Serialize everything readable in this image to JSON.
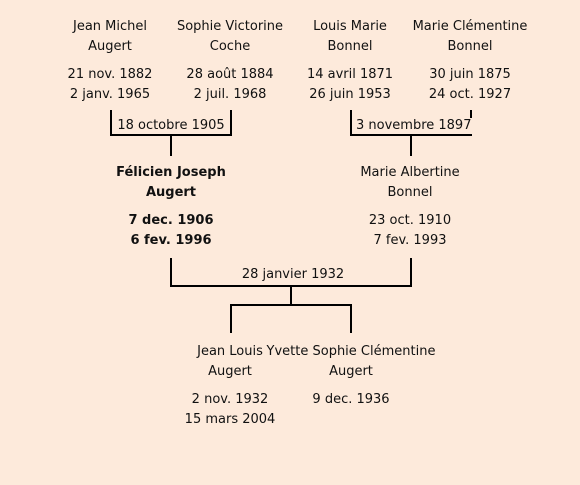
{
  "grandparents": [
    {
      "first": "Jean Michel",
      "last": "Augert",
      "birth": "21 nov. 1882",
      "death": "2 janv. 1965"
    },
    {
      "first": "Sophie Victorine",
      "last": "Coche",
      "birth": "28 août 1884",
      "death": "2 juil. 1968"
    },
    {
      "first": "Louis Marie",
      "last": "Bonnel",
      "birth": "14 avril 1871",
      "death": "26 juin 1953"
    },
    {
      "first": "Marie Clémentine",
      "last": "Bonnel",
      "birth": "30 juin 1875",
      "death": "24 oct. 1927"
    }
  ],
  "marriages": {
    "paternal": "18 octobre 1905",
    "maternal": "3 novembre 1897",
    "parents": "28 janvier 1932"
  },
  "parents": [
    {
      "first": "Félicien Joseph",
      "last": "Augert",
      "birth": "7 dec. 1906",
      "death": "6 fev. 1996",
      "highlight": true
    },
    {
      "first": "Marie Albertine",
      "last": "Bonnel",
      "birth": "23 oct. 1910",
      "death": "7 fev. 1993",
      "highlight": false
    }
  ],
  "children": [
    {
      "first": "Jean Louis",
      "last": "Augert",
      "birth": "2 nov. 1932",
      "death": "15 mars 2004"
    },
    {
      "first": "Yvette Sophie Clémentine",
      "last": "Augert",
      "birth": "9 dec. 1936",
      "death": ""
    }
  ]
}
